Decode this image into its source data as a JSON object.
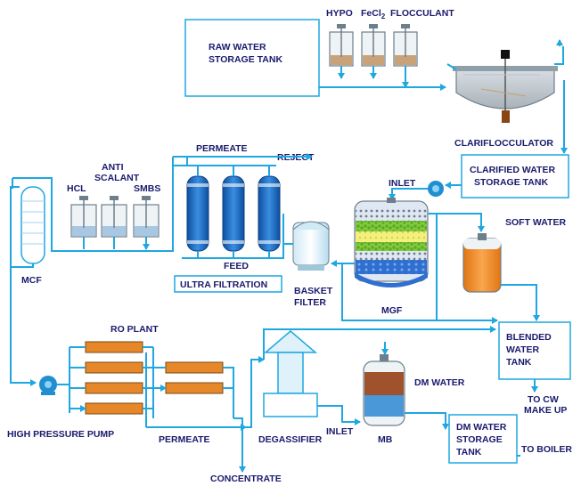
{
  "labels": {
    "raw_water_line1": "RAW WATER",
    "raw_water_line2": "STORAGE TANK",
    "hypo": "HYPO",
    "fecl2_main": "FeCl",
    "fecl2_sub": "2",
    "flocculant": "FLOCCULANT",
    "clariflocculator": "CLARIFLOCCULATOR",
    "clarified_line1": "CLARIFIED WATER",
    "clarified_line2": "STORAGE TANK",
    "inlet_top": "INLET",
    "soft_water": "SOFT WATER",
    "mgf": "MGF",
    "basket_line1": "BASKET",
    "basket_line2": "FILTER",
    "permeate_top": "PERMEATE",
    "reject": "REJECT",
    "feed": "FEED",
    "ultra_filtration": "ULTRA FILTRATION",
    "anti_line1": "ANTI",
    "anti_line2": "SCALANT",
    "hcl": "HCL",
    "smbs": "SMBS",
    "mcf": "MCF",
    "ro_plant": "RO PLANT",
    "high_pressure_pump": "HIGH PRESSURE PUMP",
    "permeate_bottom": "PERMEATE",
    "concentrate": "CONCENTRATE",
    "degassifier": "DEGASSIFIER",
    "inlet_bottom": "INLET",
    "dm_water": "DM WATER",
    "mb": "MB",
    "blended_line1": "BLENDED",
    "blended_line2": "WATER",
    "blended_line3": "TANK",
    "to_cw_line1": "TO CW",
    "to_cw_line2": "MAKE UP",
    "dm_storage_line1": "DM WATER",
    "dm_storage_line2": "STORAGE",
    "dm_storage_line3": "TANK",
    "to_boiler": "TO BOILER"
  },
  "colors": {
    "pipe": "#1ea7e0",
    "label": "#1a1a6e",
    "uf_membrane": "#1f6fc9",
    "ro_membrane": "#e6882a",
    "softener_resin": "#f08a24",
    "mb_resin_top": "#a0522d",
    "mb_resin_bottom": "#4a98d8",
    "pump": "#1f8fd0",
    "chemical_fill": "#c9a27a"
  },
  "icons": [
    "pump-icon",
    "valve-icon",
    "arrow-icon",
    "motor-icon"
  ]
}
